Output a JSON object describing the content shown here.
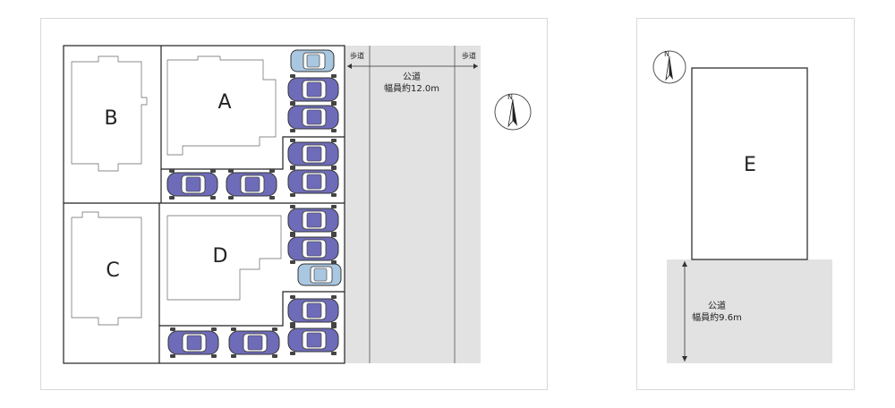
{
  "left_plan": {
    "lots": [
      {
        "label": "A"
      },
      {
        "label": "B"
      },
      {
        "label": "C"
      },
      {
        "label": "D"
      }
    ],
    "road": {
      "line1": "公道",
      "line2": "幅員約12.0m",
      "sidewalk_left": "歩道",
      "sidewalk_right": "歩道"
    },
    "compass": {
      "label": "N"
    }
  },
  "right_plan": {
    "lot": {
      "label": "E"
    },
    "road": {
      "line1": "公道",
      "line2": "幅員約9.6m"
    },
    "compass": {
      "label": "N"
    }
  },
  "colors": {
    "car_body": "#6e6cb8",
    "car_light": "#a9c7e0",
    "road_fill": "#e2e2e2",
    "line": "#222222"
  }
}
